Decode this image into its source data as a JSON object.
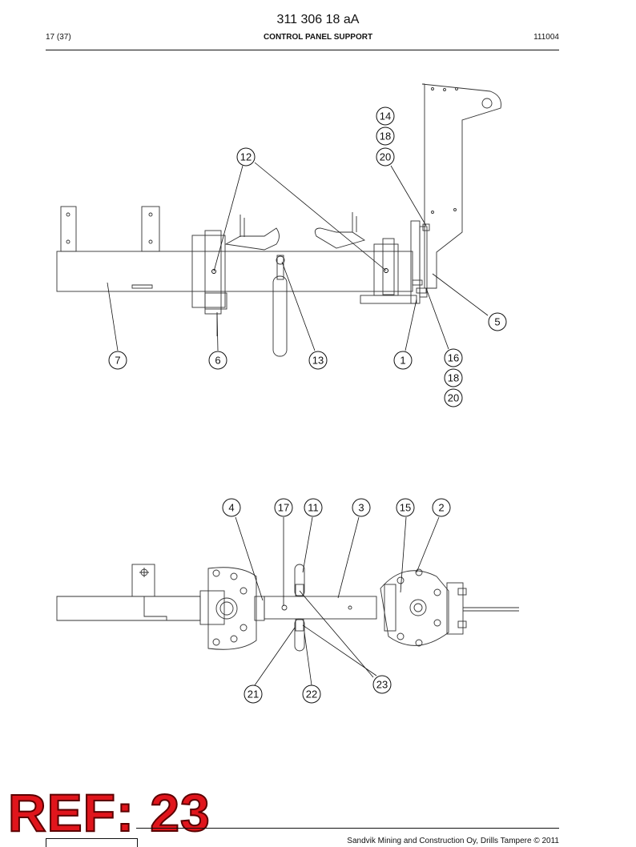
{
  "header": {
    "doc_number": "311 306 18 aA",
    "page": "17 (37)",
    "title": "CONTROL PANEL SUPPORT",
    "date_code": "111004"
  },
  "callouts_top": [
    "14",
    "18",
    "20",
    "12",
    "5",
    "7",
    "6",
    "13",
    "1",
    "16",
    "18",
    "20"
  ],
  "callouts_bottom": [
    "4",
    "17",
    "11",
    "3",
    "15",
    "2",
    "23",
    "21",
    "22"
  ],
  "ref_label": "REF: 23",
  "footer": {
    "copyright": "Sandvik Mining and Construction Oy, Drills Tampere © 2011"
  }
}
